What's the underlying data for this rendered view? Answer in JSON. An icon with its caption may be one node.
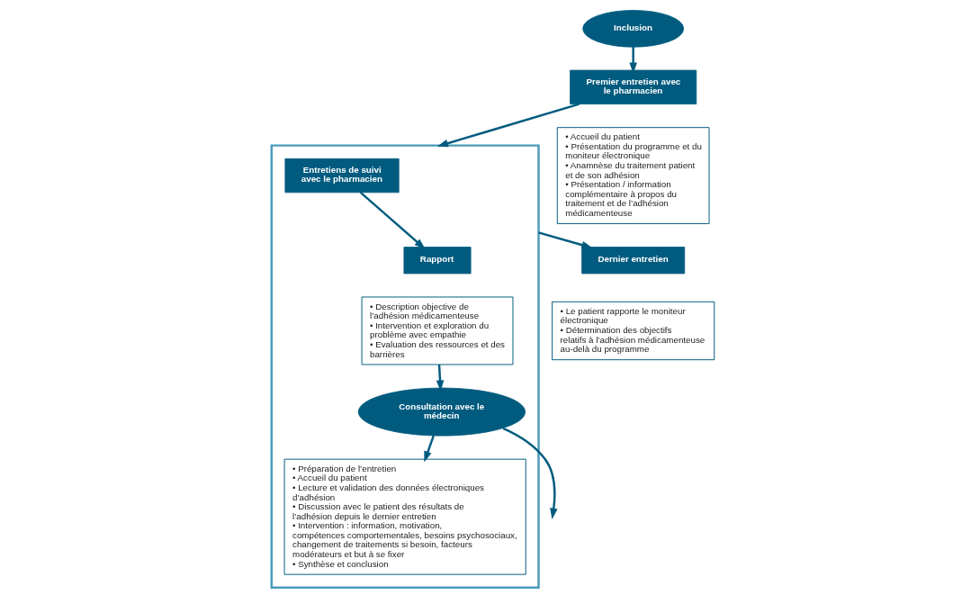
{
  "diagram": {
    "nodes": [
      {
        "text": [
          "Inclusion"
        ]
      },
      {
        "text": [
          "Premier entretien avec le pharmacien"
        ]
      },
      {
        "text": [
          "• Accueil du patient",
          "• Présentation du programme et du moniteur électronique",
          "• Anamnèse du traitement patient et de son adhésion",
          "• Présentation / information complémentaire à propos du traitement et de l’adhésion médicamenteuse"
        ]
      },
      {
        "text": [],
        "shape": "box"
      },
      {
        "text": [
          "Entretiens de suivi avec le pharmacien"
        ],
        "in": 3
      },
      {
        "text": [
          "• Préparation de l’entretien",
          "• Accueil du patient",
          "• Lecture et validation des données électroniques d’adhésion",
          "• Discussion avec le patient des résultats de l’adhésion depuis le dernier entretien",
          "• Intervention : information, motivation, compétences comportementales, besoins psychosociaux, changement de traitements si besoin, facteurs modérateurs et but à se fixer",
          "• Synthèse et conclusion"
        ],
        "in": 3
      },
      {
        "text": [
          "Rapport"
        ],
        "in": 3
      },
      {
        "text": [
          "• Description objective de l’adhésion médicamenteuse",
          "• Intervention et exploration du problème avec empathie",
          "• Evaluation des ressources et des barrières"
        ],
        "in": 3
      },
      {
        "text": [
          "Consultation avec le médecin"
        ],
        "in": 3
      },
      {
        "text": [
          "Dernier entretien"
        ]
      },
      {
        "text": [
          "• Le patient rapporte le moniteur électronique",
          "• Détermination des objectifs relatifs à l’adhésion médicamenteuse au-delà du programme"
        ]
      }
    ],
    "edges": [
      {
        "from": 0,
        "to": 1,
        "arrow": "to"
      },
      {
        "from": 1,
        "to": 3,
        "arrow": "to"
      },
      {
        "from": 4,
        "to": 6,
        "arrow": "to"
      },
      {
        "from": 7,
        "to": 8,
        "arrow": "to"
      },
      {
        "from": 8,
        "to": 5,
        "arrow": "to"
      },
      {
        "from": 8,
        "to": null,
        "arrow": "to"
      },
      {
        "from": 3,
        "to": 9,
        "arrow": "to"
      }
    ]
  }
}
